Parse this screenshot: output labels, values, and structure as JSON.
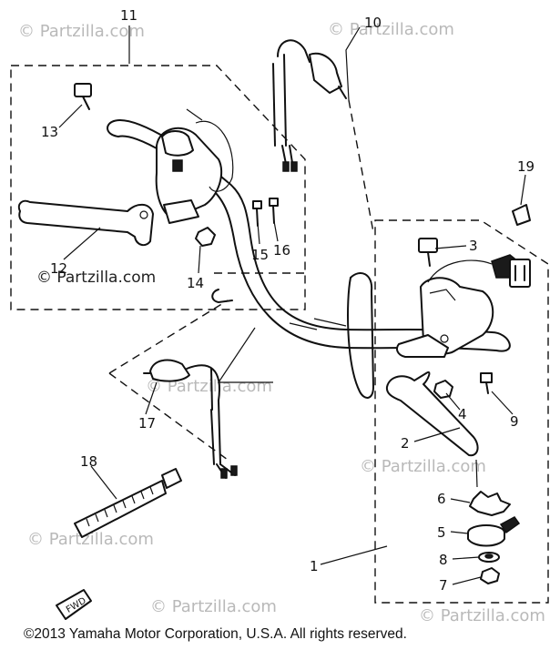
{
  "watermark": "© Partzilla.com",
  "copyright": "©2013  Yamaha Motor Corporation, U.S.A. All rights reserved.",
  "fwd_label": "FWD",
  "callouts": {
    "c1": "1",
    "c2": "2",
    "c3": "3",
    "c4": "4",
    "c5": "5",
    "c6": "6",
    "c7": "7",
    "c8": "8",
    "c9": "9",
    "c10": "10",
    "c11": "11",
    "c12": "12",
    "c13": "13",
    "c14": "14",
    "c15": "15",
    "c16": "16",
    "c17": "17",
    "c18": "18",
    "c19": "19"
  }
}
